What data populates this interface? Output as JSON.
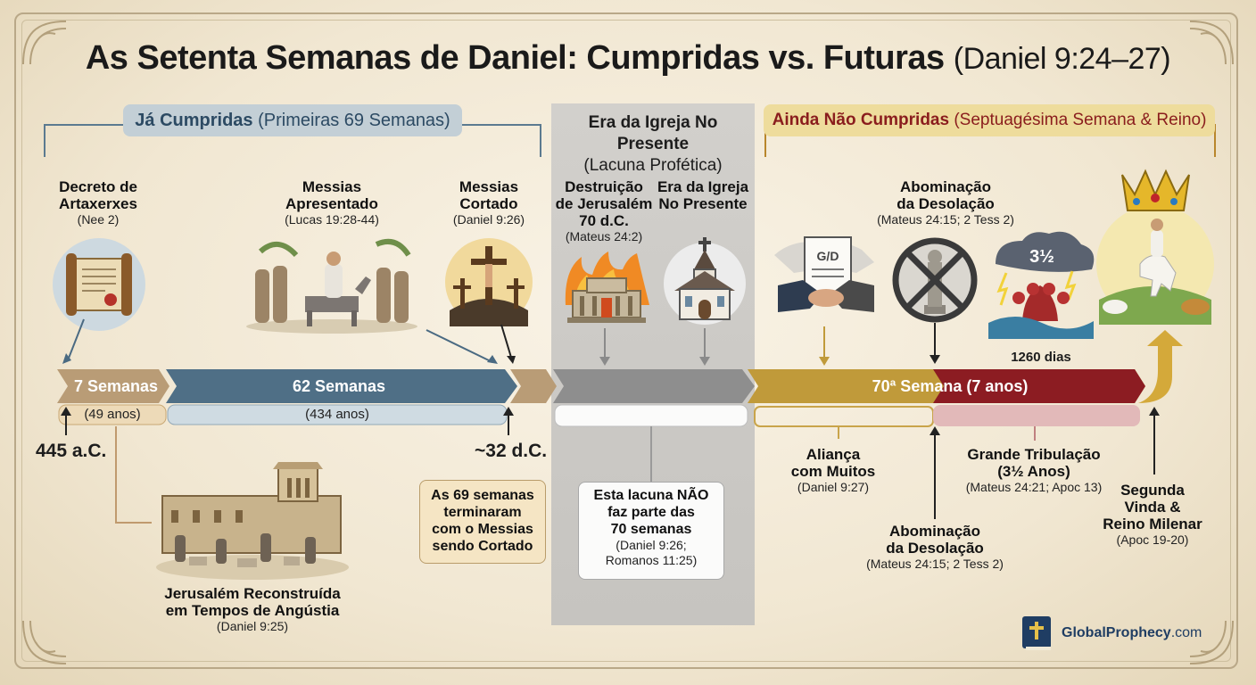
{
  "title": {
    "main": "As Setenta Semanas de Daniel: Cumpridas vs. Futuras",
    "ref": "(Daniel 9:24–27)"
  },
  "sections": {
    "fulfilled": {
      "bold": "Já Cumpridas",
      "rest": "(Primeiras 69 Semanas)"
    },
    "church": {
      "line1": "Era da Igreja No Presente",
      "line2": "(Lacuna Profética)"
    },
    "future": {
      "bold": "Ainda Não Cumpridas",
      "rest": "(Septuagésima Semana & Reino)"
    }
  },
  "events_top": {
    "decree": {
      "line1": "Decreto de",
      "line2": "Artaxerxes",
      "ref": "(Nee 2)"
    },
    "messiah_presented": {
      "line1": "Messias",
      "line2": "Apresentado",
      "ref": "(Lucas 19:28-44)"
    },
    "messiah_cut": {
      "line1": "Messias",
      "line2": "Cortado",
      "ref": "(Daniel 9:26)"
    },
    "destruction": {
      "line1": "Destruição",
      "line2": "de Jerusalém",
      "line3": "70 d.C.",
      "ref": "(Mateus 24:2)"
    },
    "church_age": {
      "line1": "Era da Igreja",
      "line2": "No Presente"
    },
    "abomination_top": {
      "line1": "Abominação",
      "line2": "da Desolação",
      "ref": "(Mateus 24:15; 2 Tess 2)"
    },
    "storm_label": "3½",
    "days_label": "1260 dias"
  },
  "timeline": {
    "seg7": {
      "label": "7 Semanas",
      "years": "(49 anos)"
    },
    "seg62": {
      "label": "62 Semanas",
      "years": "(434 anos)"
    },
    "seg70": {
      "label": "70ª Semana (7 anos)"
    }
  },
  "dates": {
    "start": "445 a.C.",
    "end": "~32 d.C."
  },
  "notes": {
    "jerusalem": {
      "line1": "Jerusalém Reconstruída",
      "line2": "em Tempos de Angústia",
      "ref": "(Daniel 9:25)"
    },
    "sixtynine": {
      "line1": "As 69 semanas",
      "line2": "terminaram",
      "line3": "com o Messias",
      "line4": "sendo Cortado"
    },
    "gap": {
      "line1": "Esta lacuna NÃO",
      "line2": "faz parte das",
      "line3": "70 semanas",
      "ref1": "(Daniel 9:26;",
      "ref2": "Romanos 11:25)"
    },
    "covenant": {
      "line1": "Aliança",
      "line2": "com Muitos",
      "ref": "(Daniel 9:27)"
    },
    "abomination_bottom": {
      "line1": "Abominação",
      "line2": "da Desolação",
      "ref": "(Mateus 24:15; 2 Tess 2)"
    },
    "tribulation": {
      "line1": "Grande Tribulação",
      "line2": "(3½ Anos)",
      "ref": "(Mateus 24:21; Apoc 13)"
    },
    "second_coming": {
      "line1": "Segunda",
      "line2": "Vinda &",
      "line3": "Reino Milenar",
      "ref": "(Apoc 19-20)"
    }
  },
  "brand": {
    "bold": "GlobalProphecy",
    "rest": ".com"
  },
  "icons": [
    "scroll-icon",
    "palm-procession-icon",
    "crucifixion-icon",
    "burning-temple-icon",
    "church-icon",
    "covenant-handshake-icon",
    "abomination-forbidden-icon",
    "storm-beast-icon",
    "crown-king-icon",
    "rebuilt-city-icon",
    "bible-logo-icon"
  ],
  "colors": {
    "blue": "#4f6f86",
    "gold": "#c09a3a",
    "red": "#8c1c22",
    "gray": "#8e8e8e",
    "tan": "#b99c76"
  }
}
